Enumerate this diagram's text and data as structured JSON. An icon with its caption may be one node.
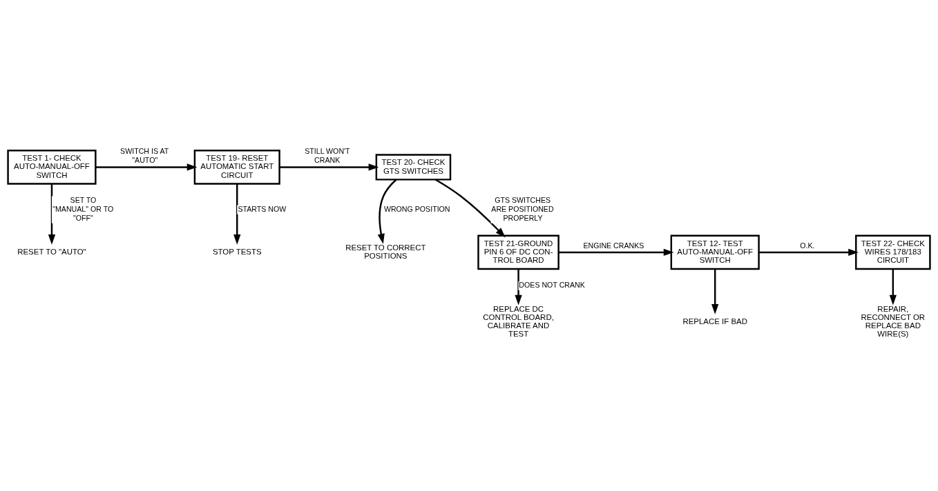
{
  "diagram": {
    "nodes": [
      {
        "text": [
          "TEST 1- CHECK AUTO-MANUAL-OFF SWITCH"
        ]
      },
      {
        "text": [
          "TEST 19- RESET AUTOMATIC START CIRCUIT"
        ]
      },
      {
        "text": [
          "TEST 20- CHECK GTS SWITCHES"
        ]
      },
      {
        "text": [
          "RESET TO \"AUTO\""
        ]
      },
      {
        "text": [
          "STOP TESTS"
        ]
      },
      {
        "text": [
          "RESET TO CORRECT POSITIONS"
        ]
      },
      {
        "text": [
          "TEST 21-GROUND PIN 6 OF DC CON-TROL BOARD"
        ]
      },
      {
        "text": [
          "TEST 12- TEST AUTO-MANUAL-OFF SWITCH"
        ]
      },
      {
        "text": [
          "TEST 22- CHECK WIRES 178/183 CIRCUIT"
        ]
      },
      {
        "text": [
          "REPLACE DC CONTROL BOARD, CALIBRATE AND TEST"
        ]
      },
      {
        "text": [
          "REPLACE IF BAD"
        ]
      },
      {
        "text": [
          "REPAIR, RECONNECT OR REPLACE BAD WIRE(S)"
        ]
      }
    ],
    "edges": [
      {
        "from": 0,
        "to": 1,
        "arrow": "to",
        "label": "SWITCH IS AT \"AUTO\""
      },
      {
        "from": 0,
        "to": 3,
        "arrow": "to",
        "label": "SET TO \"MANUAL\" OR TO \"OFF\""
      },
      {
        "from": 1,
        "to": 2,
        "arrow": "to",
        "label": "STILL WON'T CRANK"
      },
      {
        "from": 1,
        "to": 4,
        "arrow": "to",
        "label": "STARTS NOW"
      },
      {
        "from": 2,
        "to": 5,
        "arrow": "to",
        "label": "WRONG POSITION"
      },
      {
        "from": 2,
        "to": 6,
        "arrow": "to",
        "label": "GTS SWITCHES ARE POSITIONED PROPERLY"
      },
      {
        "from": 6,
        "to": 7,
        "arrow": "to",
        "label": "ENGINE CRANKS"
      },
      {
        "from": 6,
        "to": 9,
        "arrow": "to",
        "label": "DOES NOT CRANK"
      },
      {
        "from": 7,
        "to": 8,
        "arrow": "to",
        "label": "O.K."
      },
      {
        "from": 7,
        "to": 10,
        "arrow": "to"
      },
      {
        "from": 8,
        "to": 11,
        "arrow": "to"
      }
    ]
  }
}
